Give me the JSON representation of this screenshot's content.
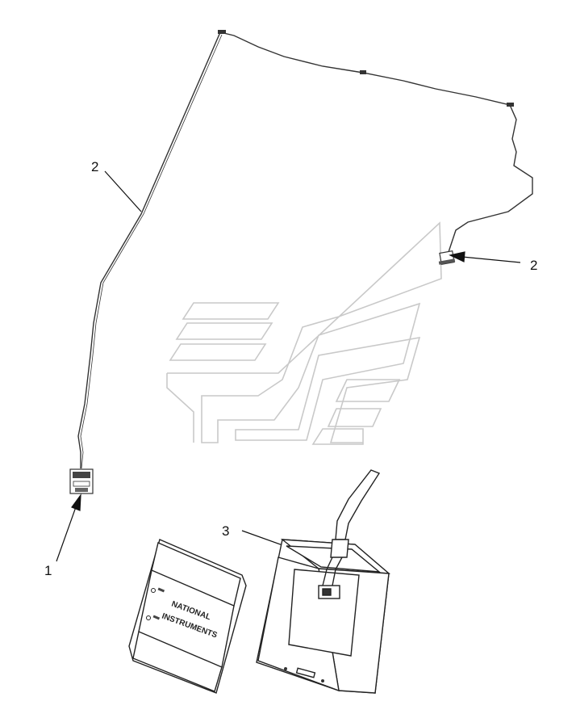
{
  "callouts": [
    {
      "id": "1",
      "label": "1"
    },
    {
      "id": "2a",
      "label": "2"
    },
    {
      "id": "2b",
      "label": "2"
    },
    {
      "id": "3",
      "label": "3"
    }
  ],
  "device": {
    "brand_line1": "NATIONAL",
    "brand_line2": "INSTRUMENTS"
  }
}
